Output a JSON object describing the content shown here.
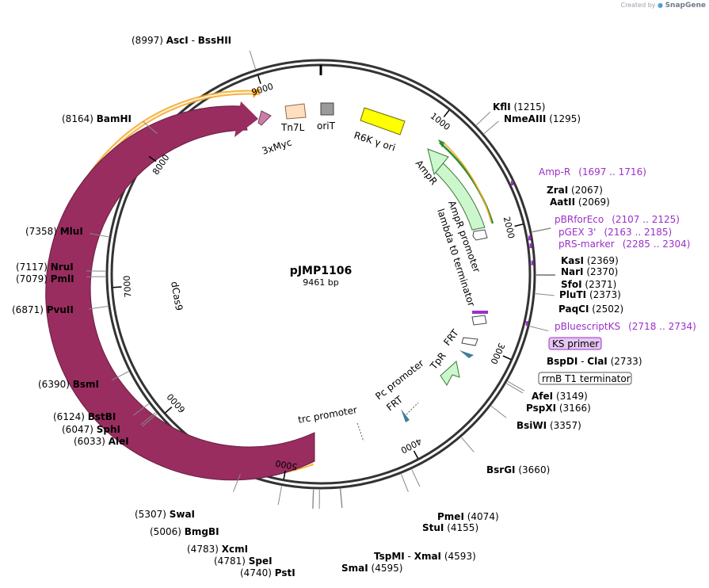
{
  "credit": {
    "prefix": "Created by",
    "brand": "SnapGene"
  },
  "plasmid": {
    "name": "pJMP1106",
    "length_label": "9461 bp",
    "length": 9461
  },
  "ruler_ticks": [
    "1000",
    "2000",
    "3000",
    "4000",
    "5000",
    "6000",
    "7000",
    "8000",
    "9000"
  ],
  "sites": [
    {
      "pos": "(8997)",
      "name": "AscI",
      "name2": "BssHII"
    },
    {
      "pos": "(8164)",
      "name": "BamHI"
    },
    {
      "pos": "(7358)",
      "name": "MluI"
    },
    {
      "pos": "(7117)",
      "name": "NruI"
    },
    {
      "pos": "(7079)",
      "name": "PmlI"
    },
    {
      "pos": "(6871)",
      "name": "PvuII"
    },
    {
      "pos": "(6390)",
      "name": "BsmI"
    },
    {
      "pos": "(6124)",
      "name": "BstBI"
    },
    {
      "pos": "(6047)",
      "name": "SphI"
    },
    {
      "pos": "(6033)",
      "name": "AleI"
    },
    {
      "pos": "(5307)",
      "name": "SwaI"
    },
    {
      "pos": "(5006)",
      "name": "BmgBI"
    },
    {
      "pos": "(4783)",
      "name": "XcmI"
    },
    {
      "pos": "(4781)",
      "name": "SpeI"
    },
    {
      "pos": "(4740)",
      "name": "PstI"
    },
    {
      "pos": "(4595)",
      "name": "SmaI"
    },
    {
      "name": "TspMI",
      "name2": "XmaI",
      "pos": "(4593)"
    },
    {
      "name": "StuI",
      "pos": "(4155)"
    },
    {
      "name": "PmeI",
      "pos": "(4074)"
    },
    {
      "name": "BsrGI",
      "pos": "(3660)"
    },
    {
      "name": "BsiWI",
      "pos": "(3357)"
    },
    {
      "name": "PspXI",
      "pos": "(3166)"
    },
    {
      "name": "AfeI",
      "pos": "(3149)"
    },
    {
      "name": "BspDI",
      "name2": "ClaI",
      "pos": "(2733)"
    },
    {
      "name": "PaqCI",
      "pos": "(2502)"
    },
    {
      "name": "PluTI",
      "pos": "(2373)"
    },
    {
      "name": "SfoI",
      "pos": "(2371)"
    },
    {
      "name": "NarI",
      "pos": "(2370)"
    },
    {
      "name": "KasI",
      "pos": "(2369)"
    },
    {
      "name": "AatII",
      "pos": "(2069)"
    },
    {
      "name": "ZraI",
      "pos": "(2067)"
    },
    {
      "name": "NmeAIII",
      "pos": "(1295)"
    },
    {
      "name": "KflI",
      "pos": "(1215)"
    }
  ],
  "primers": [
    {
      "name": "Amp-R",
      "range": "(1697 .. 1716)"
    },
    {
      "name": "pBRforEco",
      "range": "(2107 .. 2125)"
    },
    {
      "name": "pGEX 3'",
      "range": "(2163 .. 2185)"
    },
    {
      "name": "pRS-marker",
      "range": "(2285 .. 2304)"
    },
    {
      "name": "pBluescriptKS",
      "range": "(2718 .. 2734)"
    }
  ],
  "boxed_labels": {
    "ks_primer": "KS primer",
    "rrnb": "rrnB T1 terminator"
  },
  "features": {
    "oriT": "oriT",
    "tn7l": "Tn7L",
    "myc": "3xMyc",
    "r6k": "R6K γ ori",
    "ampr": "AmpR",
    "ampr_promoter": "AmpR promoter",
    "lambda_term": "lambda t0 terminator",
    "tpr": "TpR",
    "frt1": "FRT",
    "frt2": "FRT",
    "pc_promoter": "Pc promoter",
    "trc": "trc promoter",
    "dcas9": "dCas9"
  },
  "colors": {
    "dcas9": "#992d5f",
    "orange": "#f5a623",
    "ampr": "#ccf7cc",
    "green": "#2f8f2f",
    "r6k": "#ffff00",
    "tn7l": "#ffdfc0",
    "orit": "#9a9a9a",
    "myc": "#c97fa6",
    "frt": "#3e7e9a",
    "primer": "#9b30c8"
  }
}
